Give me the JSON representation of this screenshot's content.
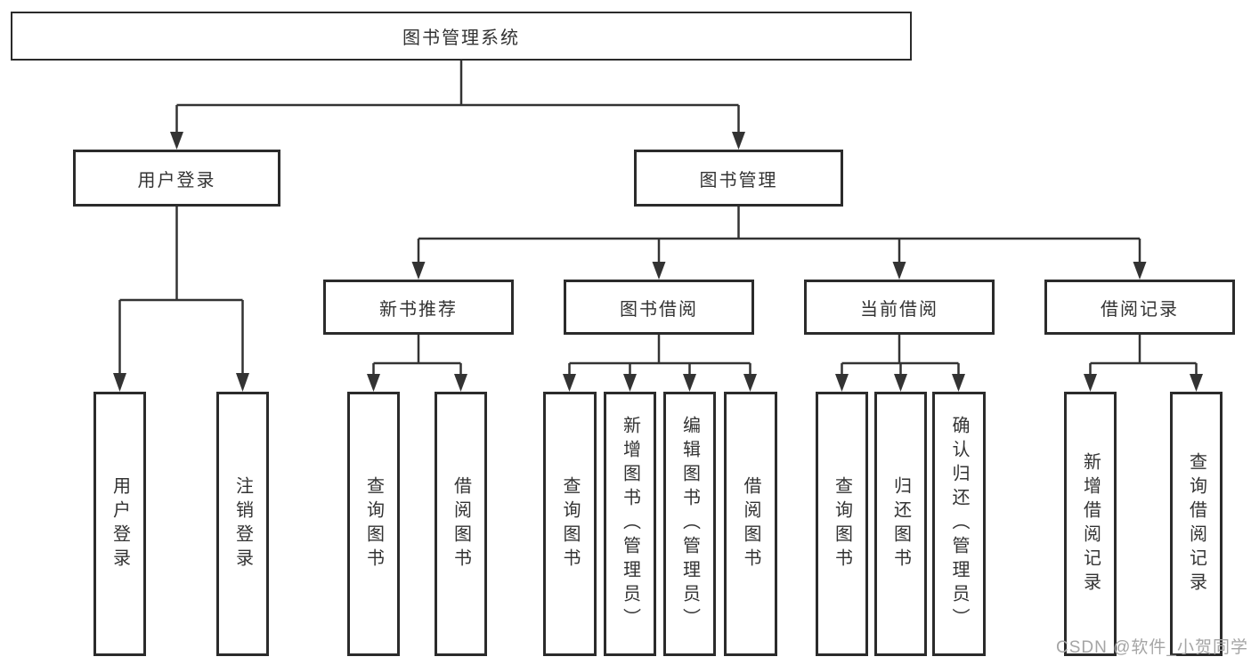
{
  "diagram": {
    "title": "图书管理系统",
    "branches": [
      {
        "label": "用户登录",
        "leaves": [
          "用户登录",
          "注销登录"
        ]
      },
      {
        "label": "图书管理",
        "sections": [
          {
            "label": "新书推荐",
            "leaves": [
              "查询图书",
              "借阅图书"
            ]
          },
          {
            "label": "图书借阅",
            "leaves": [
              "查询图书",
              "新增图书（管理员）",
              "编辑图书（管理员）",
              "借阅图书"
            ]
          },
          {
            "label": "当前借阅",
            "leaves": [
              "查询图书",
              "归还图书",
              "确认归还（管理员）"
            ]
          },
          {
            "label": "借阅记录",
            "leaves": [
              "新增借阅记录",
              "查询借阅记录"
            ]
          }
        ]
      }
    ]
  },
  "colors": {
    "line": "#333333",
    "box_border": "#2b2b2b",
    "text": "#333333",
    "watermark": "#a5a5a5",
    "background": "#ffffff"
  },
  "watermark": {
    "text": "CSDN @软件_小贺同学"
  }
}
